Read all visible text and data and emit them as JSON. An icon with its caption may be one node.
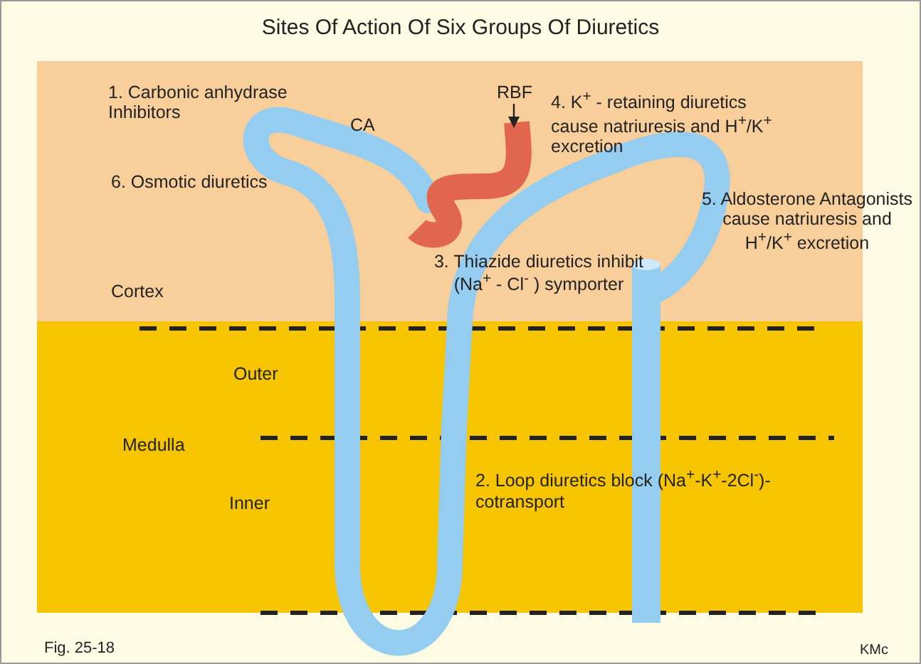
{
  "diagram": {
    "title": "Sites Of Action Of Six Groups Of Diuretics",
    "caption": "Fig. 25-18",
    "labels": [
      "1. Carbonic anhydrase Inhibitors",
      "RBF",
      "CA",
      "4. K$^{+}$ - retaining diuretics cause natriuresis and H$^{+}$/K$^{+}$ excretion",
      "6. Osmotic diuretics",
      "5. Aldosterone Antagonists cause natriuresis and H$^{+}$/K$^{+}$ excretion",
      "3. Thiazide diuretics inhibit (Na$^{+}$ - Cl$^{-}$ ) symporter",
      "Cortex",
      "Outer",
      "Medulla",
      "2. Loop diuretics block (Na$^{+}$-K$^{+}$-2Cl$^{-}$)- cotransport",
      "Inner",
      "KMc"
    ]
  }
}
